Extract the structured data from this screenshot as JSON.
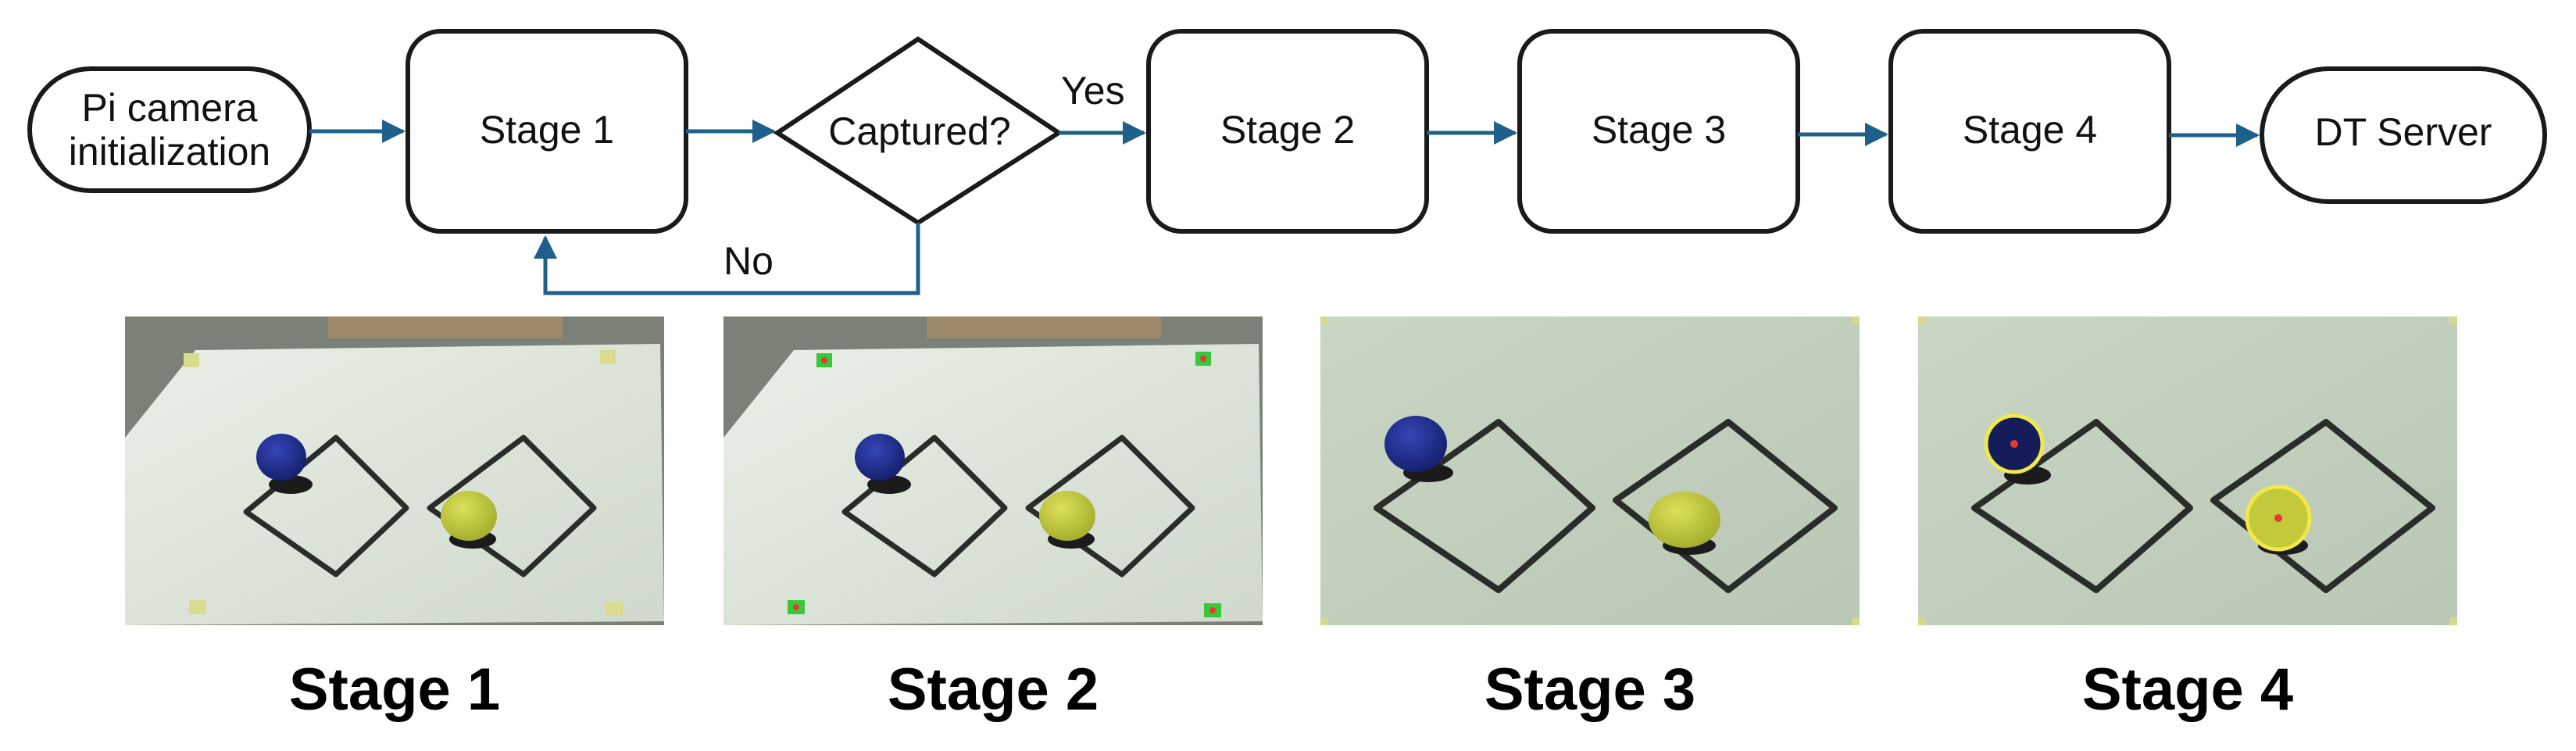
{
  "diagram": {
    "nodes": {
      "pi_camera": [
        "Pi camera",
        "initialization"
      ],
      "stage1": "Stage 1",
      "captured": "Captured?",
      "stage2": "Stage 2",
      "stage3": "Stage 3",
      "stage4": "Stage 4",
      "dt_server": "DT Server"
    },
    "edge_labels": {
      "yes": "Yes",
      "no": "No"
    },
    "colors": {
      "stroke": "#1a1a1a",
      "arrow": "#1f5f8b"
    }
  },
  "photos": {
    "captions": [
      "Stage 1",
      "Stage 2",
      "Stage 3",
      "Stage 4"
    ],
    "colors": {
      "board": "#dfe8dc",
      "track": "#2a2c2a",
      "blue_puck": "#1f2d8f",
      "yellow_puck": "#c8cf3c",
      "marker": "#e53935",
      "corner_marker": "#39c83a",
      "highlight": "#f2e84a"
    }
  }
}
